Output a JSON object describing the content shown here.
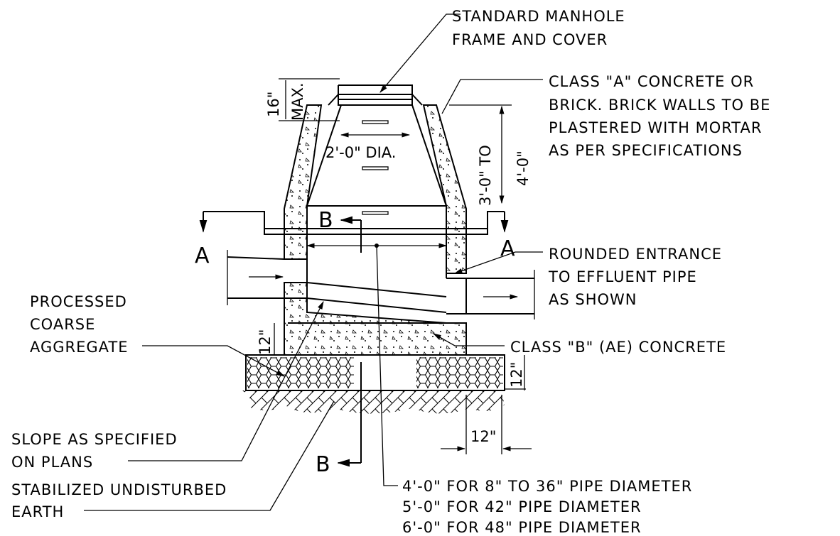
{
  "labels": {
    "frame_cover": [
      "STANDARD MANHOLE",
      "FRAME AND COVER"
    ],
    "concrete_a": [
      "CLASS \"A\" CONCRETE OR",
      "BRICK.  BRICK WALLS TO BE",
      "PLASTERED WITH MORTAR",
      "AS PER SPECIFICATIONS"
    ],
    "entrance": [
      "ROUNDED ENTRANCE",
      "TO EFFLUENT PIPE",
      "AS SHOWN"
    ],
    "aggregate": [
      "PROCESSED",
      "COARSE",
      "AGGREGATE"
    ],
    "concrete_b": "CLASS \"B\" (AE) CONCRETE",
    "slope": [
      "SLOPE AS SPECIFIED",
      "ON  PLANS"
    ],
    "earth": [
      "STABILIZED UNDISTURBED",
      "EARTH"
    ],
    "diameters": [
      "4'-0\" FOR 8\" TO 36\" PIPE DIAMETER",
      "5'-0\" FOR 42\" PIPE DIAMETER",
      "6'-0\" FOR 48\" PIPE DIAMETER"
    ]
  },
  "dimensions": {
    "frame_height": "16\"",
    "frame_height_note": "MAX.",
    "opening": "2'-0\"  DIA.",
    "cone_height_a": "3'-0\"  TO",
    "cone_height_b": "4'-0\"",
    "base_thickness": "12\"",
    "footing_thickness": "12\"",
    "footing_extension": "12\""
  },
  "sections": {
    "a_left": "A",
    "a_right": "A",
    "b_top": "B",
    "b_bottom": "B"
  }
}
